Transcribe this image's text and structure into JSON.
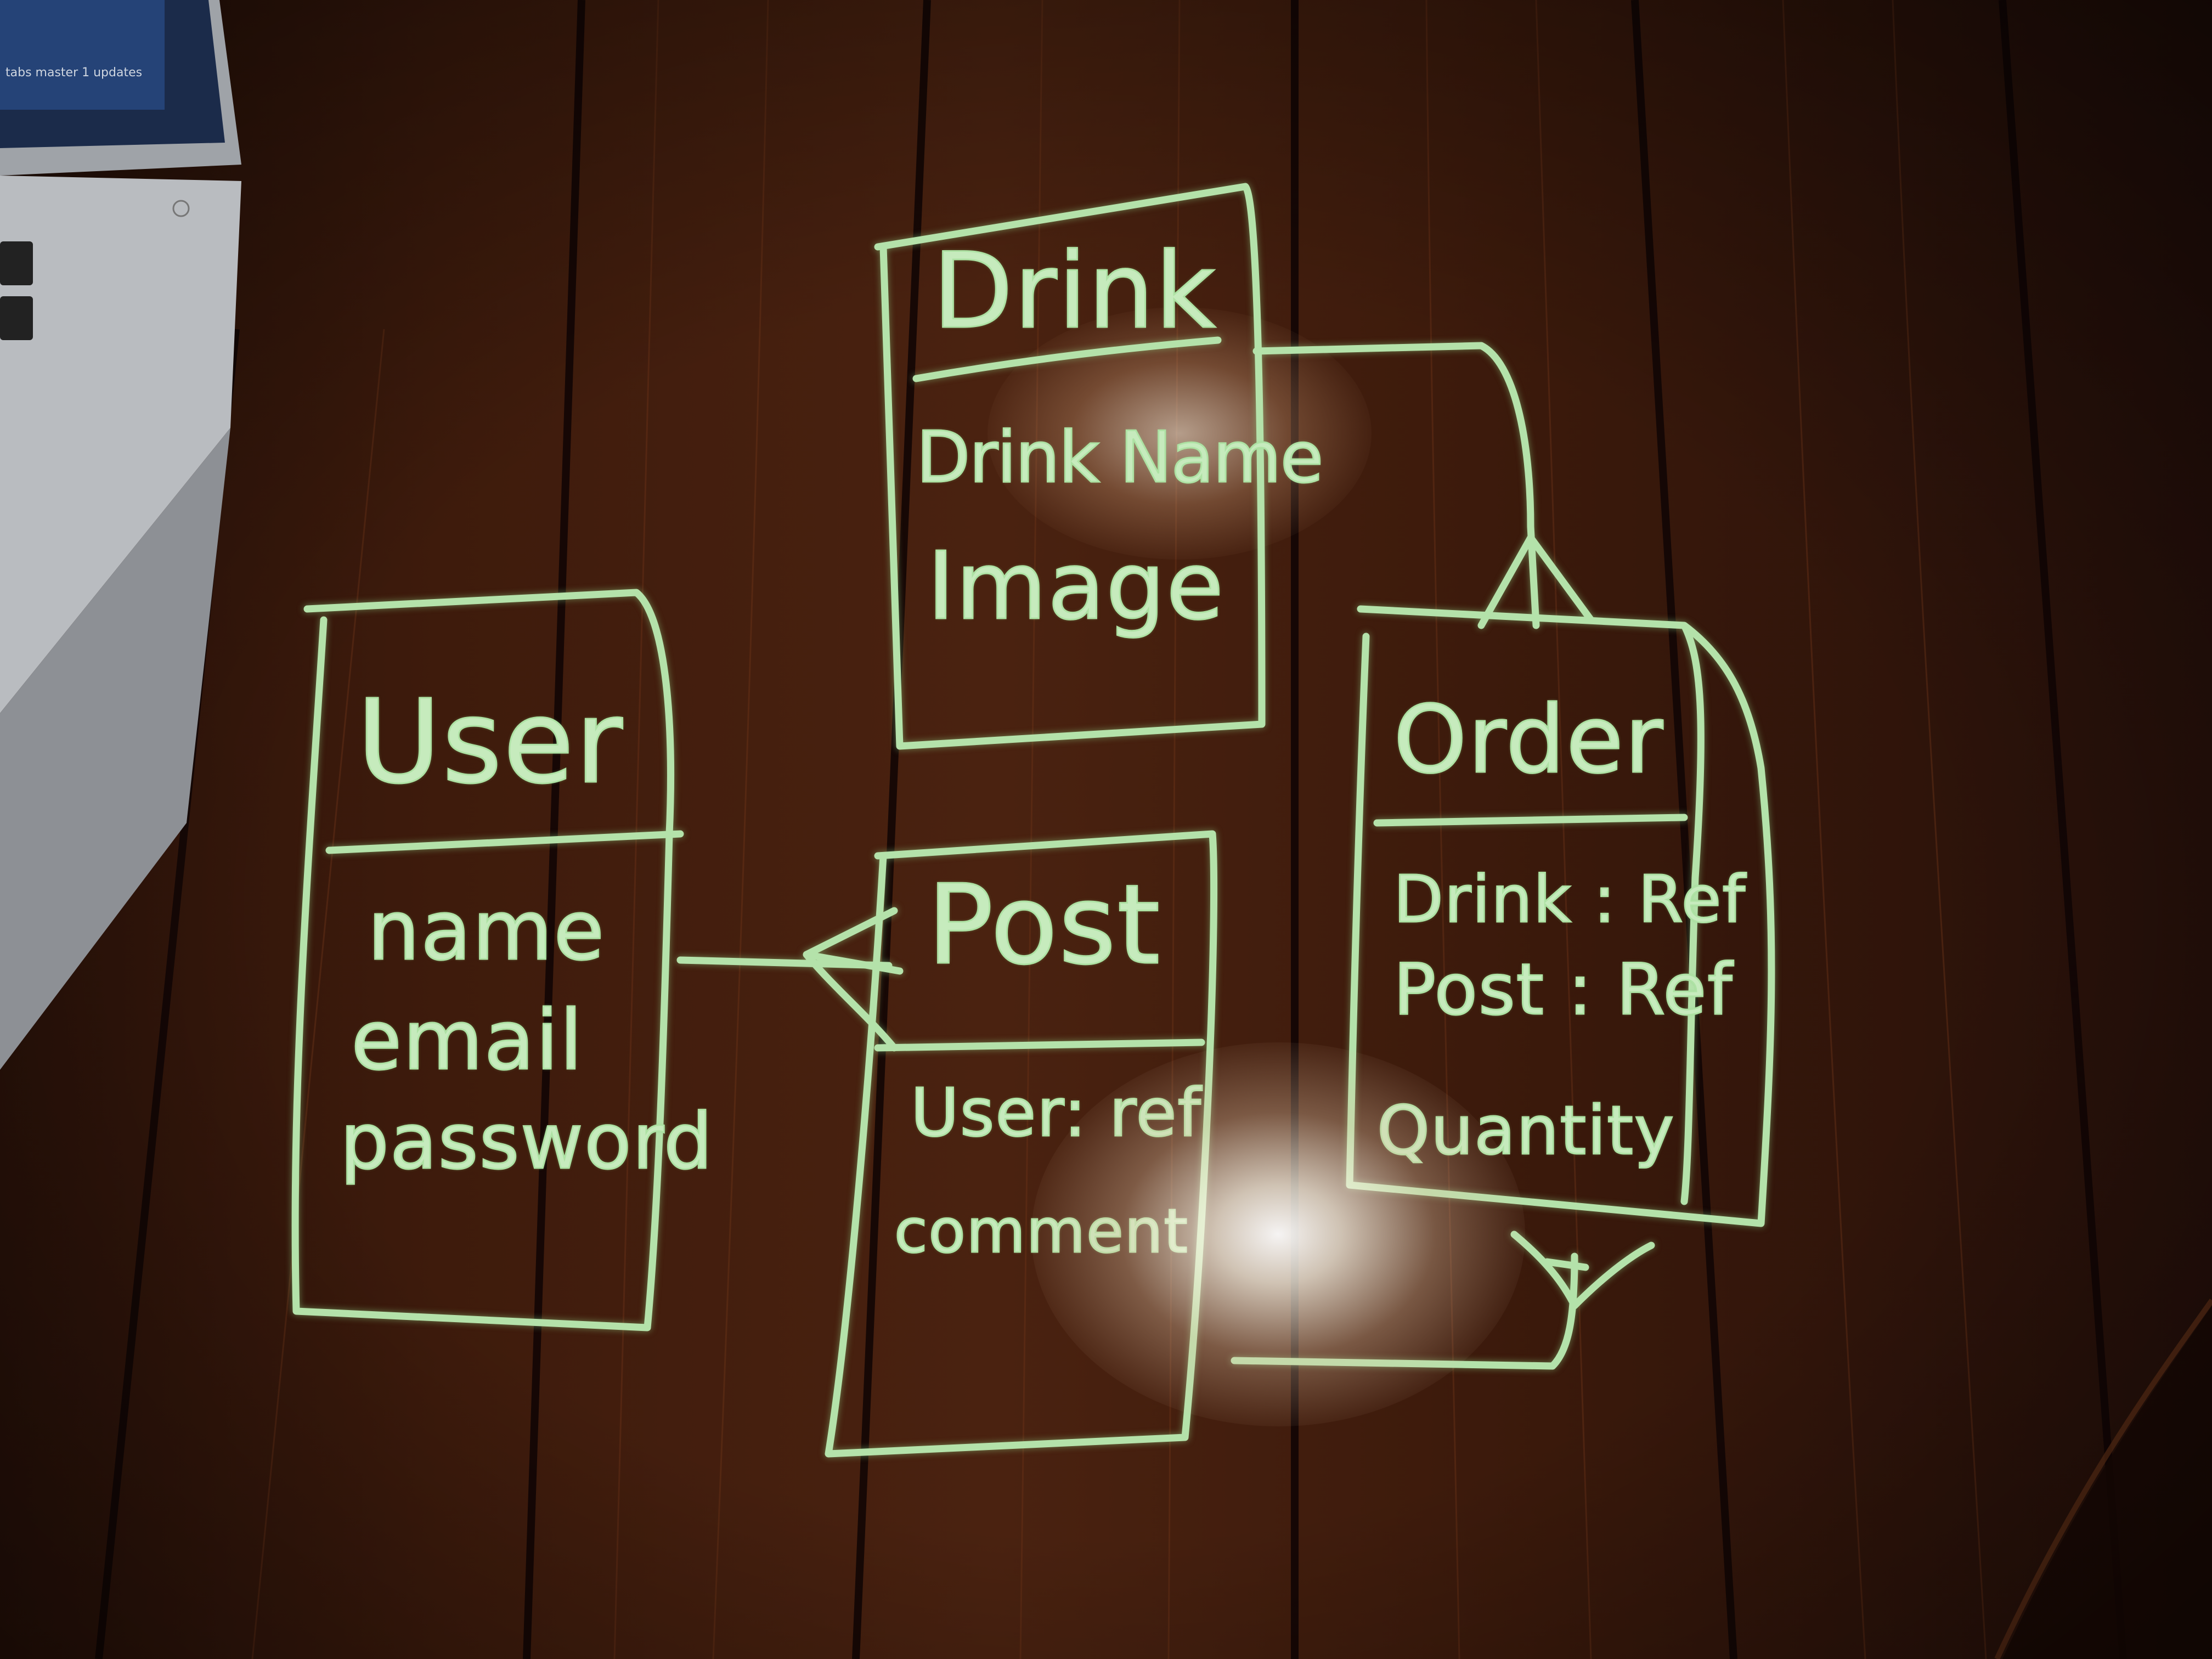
{
  "colors": {
    "wood_dark": "#1f0d07",
    "wood_mid": "#3b1a0c",
    "wood_light": "#5a2a14",
    "ink": "#c6ebbd",
    "ink_stroke": "#a9dba0"
  },
  "laptop": {
    "screen_text": "tabs   master   1 updates"
  },
  "entities": {
    "drink": {
      "title": "Drink",
      "fields": [
        "Drink Name",
        "Image"
      ]
    },
    "user": {
      "title": "User",
      "fields": [
        "name",
        "email",
        "password"
      ]
    },
    "post": {
      "title": "Post",
      "fields": [
        "User: ref",
        "comment"
      ]
    },
    "order": {
      "title": "Order",
      "fields": [
        "Drink : Ref",
        "Post : Ref",
        "Quantity"
      ]
    }
  }
}
